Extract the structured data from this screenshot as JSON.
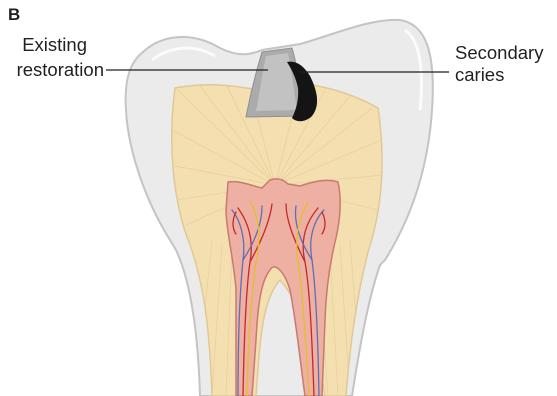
{
  "figure": {
    "panel_letter": "B",
    "labels": {
      "restoration_line1": "Existing",
      "restoration_line2": "restoration",
      "caries_line1": "Secondary",
      "caries_line2": "caries"
    }
  },
  "colors": {
    "enamel_fill": "#ebebeb",
    "enamel_outline": "#c4c4c4",
    "dentin": "#f4dfb1",
    "dentin_texture": "#e4cc94",
    "pulp": "#efb0a4",
    "pulp_outline": "#c77a6e",
    "artery": "#c12a2a",
    "vein": "#5d6fb2",
    "nerve": "#e3bf2b",
    "restoration": "#ababab",
    "caries": "#141414",
    "leader_line": "#231f20"
  }
}
